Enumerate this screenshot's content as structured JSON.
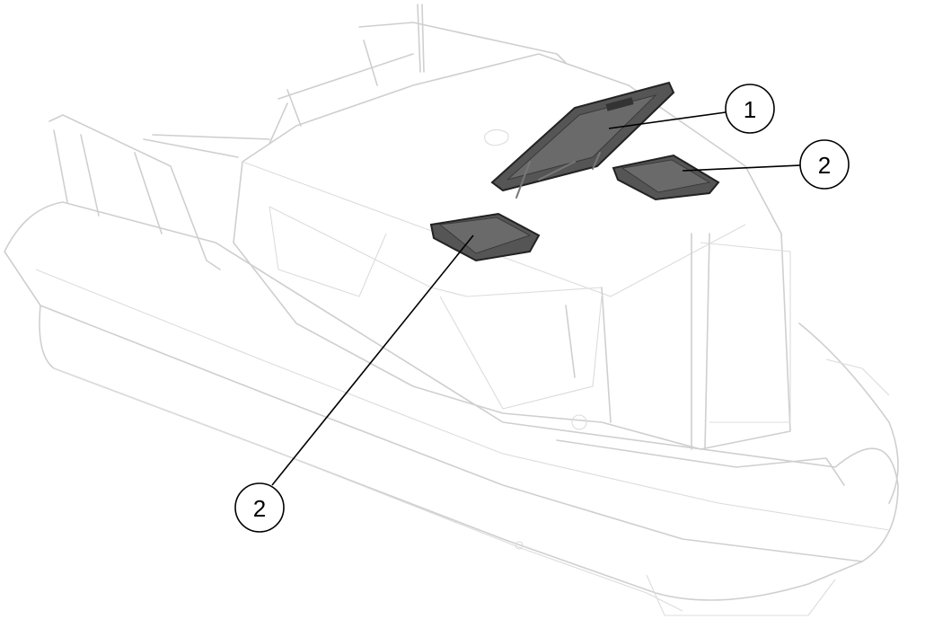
{
  "diagram": {
    "subject": "boat",
    "callouts": [
      {
        "label": "1",
        "part": "open-roof-hatch"
      },
      {
        "label": "2",
        "part": "closed-roof-hatch-front"
      },
      {
        "label": "2",
        "part": "closed-roof-hatch-rear"
      }
    ]
  }
}
